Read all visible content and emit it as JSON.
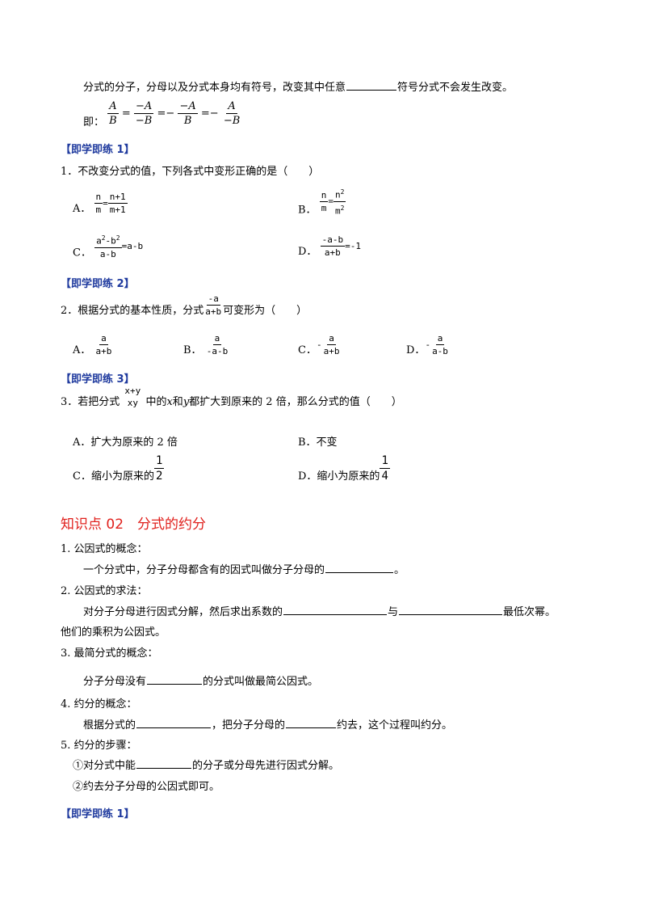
{
  "intro": {
    "sentence_a": "分式的分子，分母以及分式本身均有符号，改变其中任意",
    "sentence_b": "符号分式不会发生改变。",
    "ji": "即：",
    "f1_num": "A",
    "f1_den": "B",
    "eq": "=",
    "f2_num": "−A",
    "f2_den": "−B",
    "neg": "−",
    "f3_num": "−A",
    "f3_den": "B",
    "f4_num": "A",
    "f4_den": "−B"
  },
  "practice_label": "【即学即练 1】",
  "practice_label_2": "【即学即练 2】",
  "practice_label_3": "【即学即练 3】",
  "q1": {
    "stem": "1．不改变分式的值，下列各式中变形正确的是（　　）",
    "A": {
      "label": "A．",
      "l_num": "n",
      "l_den": "m",
      "eq": "=",
      "r_num": "n+1",
      "r_den": "m+1"
    },
    "B": {
      "label": "B．",
      "l_num": "n",
      "l_den": "m",
      "eq": "=",
      "r_num_base": "n",
      "r_num_exp": "2",
      "r_den_base": "m",
      "r_den_exp": "2"
    },
    "C": {
      "label": "C．",
      "num_a": "a",
      "num_exp1": "2",
      "num_minus": "-b",
      "num_exp2": "2",
      "den": "a-b",
      "rhs": "=a-b"
    },
    "D": {
      "label": "D．",
      "num": "-a-b",
      "den": "a+b",
      "rhs": "=-1"
    }
  },
  "q2": {
    "stem_a": "2．根据分式的基本性质，分式",
    "frac_num": "-a",
    "frac_den": "a+b",
    "stem_b": "可变形为（　　）",
    "A": {
      "label": "A．",
      "num": "a",
      "den": "a+b"
    },
    "B": {
      "label": "B．",
      "num": "a",
      "den": "-a-b"
    },
    "C": {
      "label": "C．",
      "sign": "-",
      "num": "a",
      "den": "a+b"
    },
    "D": {
      "label": "D．",
      "sign": "-",
      "num": "a",
      "den": "a-b"
    }
  },
  "q3": {
    "stem_a": "3．若把分式",
    "frac_num": "x+y",
    "frac_den": "xy",
    "stem_b": "中的",
    "var_x": "x",
    "he": "和",
    "var_y": "y",
    "stem_c": "都扩大到原来的 2 倍，那么分式的值（　　）",
    "A": "A．扩大为原来的 2 倍",
    "B": "B．不变",
    "C_text": "C．缩小为原来的",
    "C_num": "1",
    "C_den": "2",
    "D_text": "D．缩小为原来的",
    "D_num": "1",
    "D_den": "4"
  },
  "section_title": "知识点 02　分式的约分",
  "s1": {
    "head": "1. 公因式的概念：",
    "body_a": "一个分式中，分子分母都含有的因式叫做分子分母的",
    "body_b": "。"
  },
  "s2": {
    "head": "2. 公因式的求法：",
    "body_a": "对分子分母进行因式分解，然后求出系数的",
    "body_b": "与",
    "body_c": "最低次幂。",
    "body_d": "他们的乘积为公因式。"
  },
  "s3": {
    "head": "3. 最简分式的概念：",
    "body_a": "分子分母没有",
    "body_b": "的分式叫做最简公因式。"
  },
  "s4": {
    "head": "4. 约分的概念：",
    "body_a": "根据分式的",
    "body_b": "，把分子分母的",
    "body_c": "约去，这个过程叫约分。"
  },
  "s5": {
    "head": "5. 约分的步骤：",
    "step1_a": "①对分式中能",
    "step1_b": "的分子或分母先进行因式分解。",
    "step2": "②约去分子分母的公因式即可。"
  },
  "final_label": "【即学即练 1】"
}
